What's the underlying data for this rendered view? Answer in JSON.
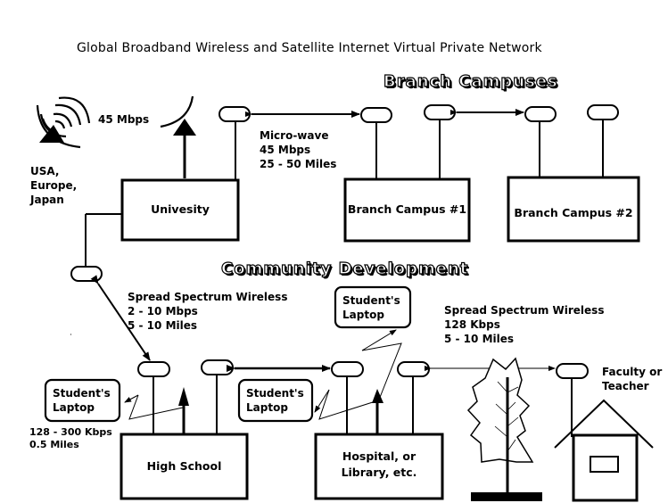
{
  "title": "Global Broadband Wireless and Satellite Internet Virtual Private Network",
  "sections": {
    "branch": "Branch Campuses",
    "community": "Community Development"
  },
  "nodes": {
    "university": "Univesity",
    "branch1": "Branch Campus #1",
    "branch2": "Branch Campus #2",
    "high_school": "High School",
    "hospital": [
      "Hospital, or",
      "Library, etc."
    ],
    "faculty": [
      "Faculty or",
      "Teacher"
    ],
    "laptop_left": [
      "Student's",
      "Laptop"
    ],
    "laptop_mid": [
      "Student's",
      "Laptop"
    ],
    "laptop_top": [
      "Student's",
      "Laptop"
    ]
  },
  "links": {
    "satellite_speed": "45 Mbps",
    "satellite_regions": [
      "USA,",
      "Europe,",
      "Japan"
    ],
    "microwave": [
      "Micro-wave",
      "45 Mbps",
      "25 - 50 Miles"
    ],
    "spread_school": [
      "Spread Spectrum Wireless",
      "2 - 10 Mbps",
      "5 - 10 Miles"
    ],
    "spread_faculty": [
      "Spread Spectrum Wireless",
      "128 Kbps",
      "5 - 10 Miles"
    ],
    "laptop_link": [
      "128 - 300 Kbps",
      "0.5 Miles"
    ]
  }
}
